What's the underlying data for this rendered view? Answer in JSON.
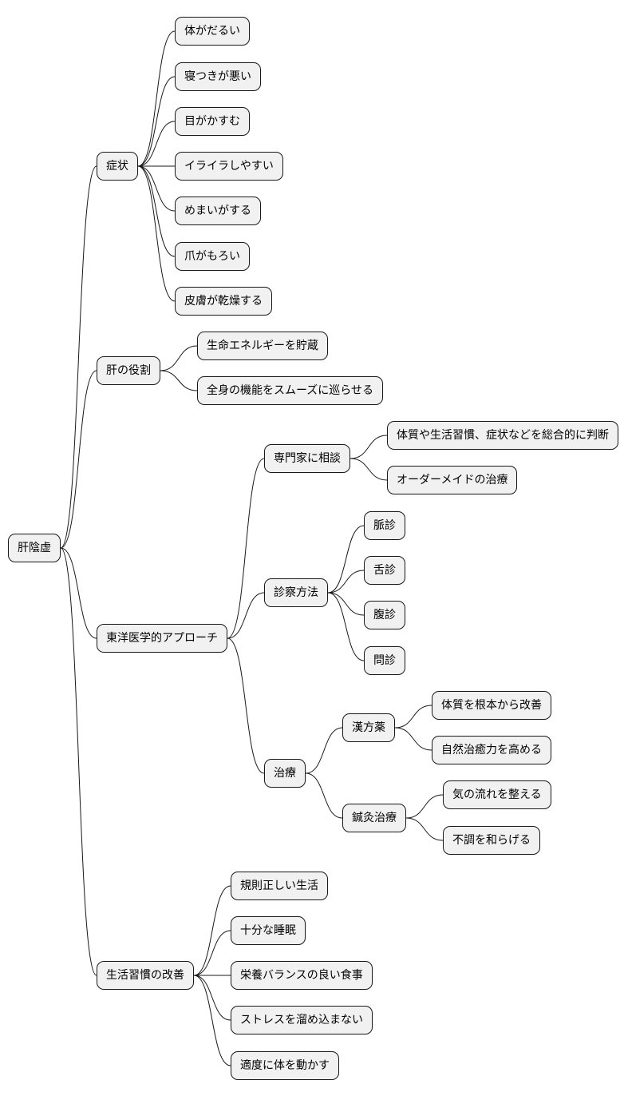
{
  "mindmap": {
    "root": {
      "label": "肝陰虚",
      "children": [
        {
          "label": "症状",
          "children": [
            {
              "label": "体がだるい"
            },
            {
              "label": "寝つきが悪い"
            },
            {
              "label": "目がかすむ"
            },
            {
              "label": "イライラしやすい"
            },
            {
              "label": "めまいがする"
            },
            {
              "label": "爪がもろい"
            },
            {
              "label": "皮膚が乾燥する"
            }
          ]
        },
        {
          "label": "肝の役割",
          "children": [
            {
              "label": "生命エネルギーを貯蔵"
            },
            {
              "label": "全身の機能をスムーズに巡らせる"
            }
          ]
        },
        {
          "label": "東洋医学的アプローチ",
          "children": [
            {
              "label": "専門家に相談",
              "children": [
                {
                  "label": "体質や生活習慣、症状などを総合的に判断"
                },
                {
                  "label": "オーダーメイドの治療"
                }
              ]
            },
            {
              "label": "診察方法",
              "children": [
                {
                  "label": "脈診"
                },
                {
                  "label": "舌診"
                },
                {
                  "label": "腹診"
                },
                {
                  "label": "問診"
                }
              ]
            },
            {
              "label": "治療",
              "children": [
                {
                  "label": "漢方薬",
                  "children": [
                    {
                      "label": "体質を根本から改善"
                    },
                    {
                      "label": "自然治癒力を高める"
                    }
                  ]
                },
                {
                  "label": "鍼灸治療",
                  "children": [
                    {
                      "label": "気の流れを整える"
                    },
                    {
                      "label": "不調を和らげる"
                    }
                  ]
                }
              ]
            }
          ]
        },
        {
          "label": "生活習慣の改善",
          "children": [
            {
              "label": "規則正しい生活"
            },
            {
              "label": "十分な睡眠"
            },
            {
              "label": "栄養バランスの良い食事"
            },
            {
              "label": "ストレスを溜め込まない"
            },
            {
              "label": "適度に体を動かす"
            }
          ]
        }
      ]
    }
  }
}
